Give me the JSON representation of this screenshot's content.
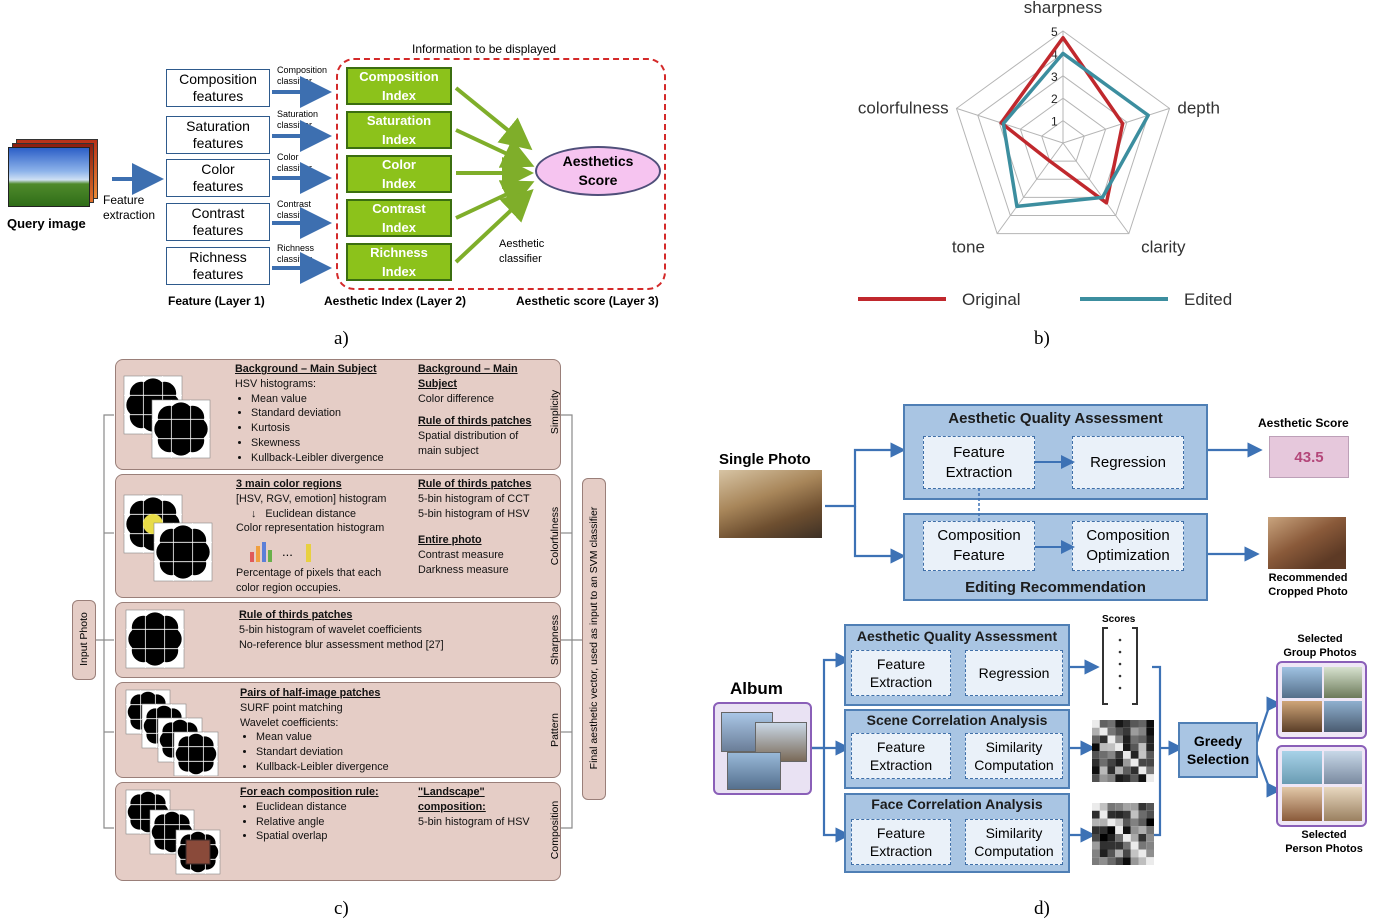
{
  "panel_a": {
    "query_label": "Query image",
    "feature_extraction": "Feature\nextraction",
    "features": [
      "Composition\nfeatures",
      "Saturation\nfeatures",
      "Color\nfeatures",
      "Contrast\nfeatures",
      "Richness\nfeatures"
    ],
    "classifiers": [
      "Composition\nclassifier",
      "Saturation\nclassifier",
      "Color\nclassifier",
      "Contrast\nclassifier",
      "Richness\nclassifier"
    ],
    "indices": [
      "Composition\nIndex",
      "Saturation\nIndex",
      "Color\nIndex",
      "Contrast\nIndex",
      "Richness\nIndex"
    ],
    "info_label": "Information to be displayed",
    "score_label": "Aesthetics\nScore",
    "aesthetic_classifier": "Aesthetic\nclassifier",
    "layer1": "Feature (Layer 1)",
    "layer2": "Aesthetic Index (Layer 2)",
    "layer3": "Aesthetic score (Layer 3)",
    "caption": "a)"
  },
  "panel_b": {
    "caption": "b)",
    "legend": [
      "Original",
      "Edited"
    ]
  },
  "chart_data": {
    "type": "radar",
    "categories": [
      "sharpness",
      "depth",
      "clarity",
      "tone",
      "colorfulness"
    ],
    "ticks": [
      "1",
      "2",
      "3",
      "4",
      "5"
    ],
    "range": [
      0,
      5
    ],
    "series": [
      {
        "name": "Original",
        "values": [
          4.7,
          2.8,
          3.3,
          1.0,
          2.9
        ],
        "color": "#c0282d"
      },
      {
        "name": "Edited",
        "values": [
          4.0,
          4.0,
          3.0,
          3.5,
          2.8
        ],
        "color": "#3c8e9f"
      }
    ]
  },
  "panel_c": {
    "caption": "c)",
    "input_label": "Input Photo",
    "final_label": "Final aesthetic vector, used as input to an SVM classifier",
    "rows": [
      {
        "side": "Simplicity",
        "col1_head": "Background – Main Subject",
        "col1_lines": [
          "HSV histograms:"
        ],
        "col1_bullets": [
          "Mean value",
          "Standard deviation",
          "Kurtosis",
          "Skewness",
          "Kullback-Leibler divergence"
        ],
        "col2_head1": "Background – Main\nSubject",
        "col2_lines1": "Color difference",
        "col2_head2": "Rule of thirds patches",
        "col2_lines2": "Spatial distribution of\nmain subject"
      },
      {
        "side": "Colorfulness",
        "col1_head": "3 main color regions",
        "col1_text": "[HSV, RGV, emotion] histogram\n     ↓   Euclidean distance\nColor representation histogram",
        "col1_tail": "Percentage of pixels that each\ncolor region occupies.",
        "col2_head1": "Rule of thirds patches",
        "col2_lines1": "5-bin histogram of CCT\n5-bin histogram of HSV",
        "col2_head2": "Entire photo",
        "col2_lines2": "Contrast measure\nDarkness measure"
      },
      {
        "side": "Sharpness",
        "col1_head": "Rule of thirds patches",
        "col1_text": "5-bin histogram of wavelet coefficients\nNo-reference blur assessment method [27]"
      },
      {
        "side": "Pattern",
        "col1_head": "Pairs of half-image patches",
        "col1_text": "SURF point matching\nWavelet coefficients:",
        "col1_bullets": [
          "Mean value",
          "Standart deviation",
          "Kullback-Leibler divergence"
        ]
      },
      {
        "side": "Composition",
        "col1_head": "For each composition rule:",
        "col1_bullets": [
          "Euclidean distance",
          "Relative angle",
          "Spatial overlap"
        ],
        "col2_head1": "\"Landscape\"\ncomposition:",
        "col2_lines1": "5-bin histogram of HSV"
      }
    ],
    "ellipsis": "..."
  },
  "panel_d": {
    "caption": "d)",
    "single_photo": "Single Photo",
    "aqa_title": "Aesthetic Quality Assessment",
    "feature_extraction": "Feature\nExtraction",
    "regression": "Regression",
    "composition_feature": "Composition\nFeature",
    "composition_optimization": "Composition\nOptimization",
    "editing_recommendation": "Editing Recommendation",
    "aesthetic_score_label": "Aesthetic Score",
    "aesthetic_score_value": "43.5",
    "recommended": "Recommended\nCropped Photo",
    "album": "Album",
    "scores_label": "Scores",
    "scene_title": "Scene Correlation Analysis",
    "face_title": "Face Correlation Analysis",
    "similarity": "Similarity\nComputation",
    "greedy": "Greedy\nSelection",
    "selected_group": "Selected\nGroup Photos",
    "selected_person": "Selected\nPerson Photos"
  }
}
